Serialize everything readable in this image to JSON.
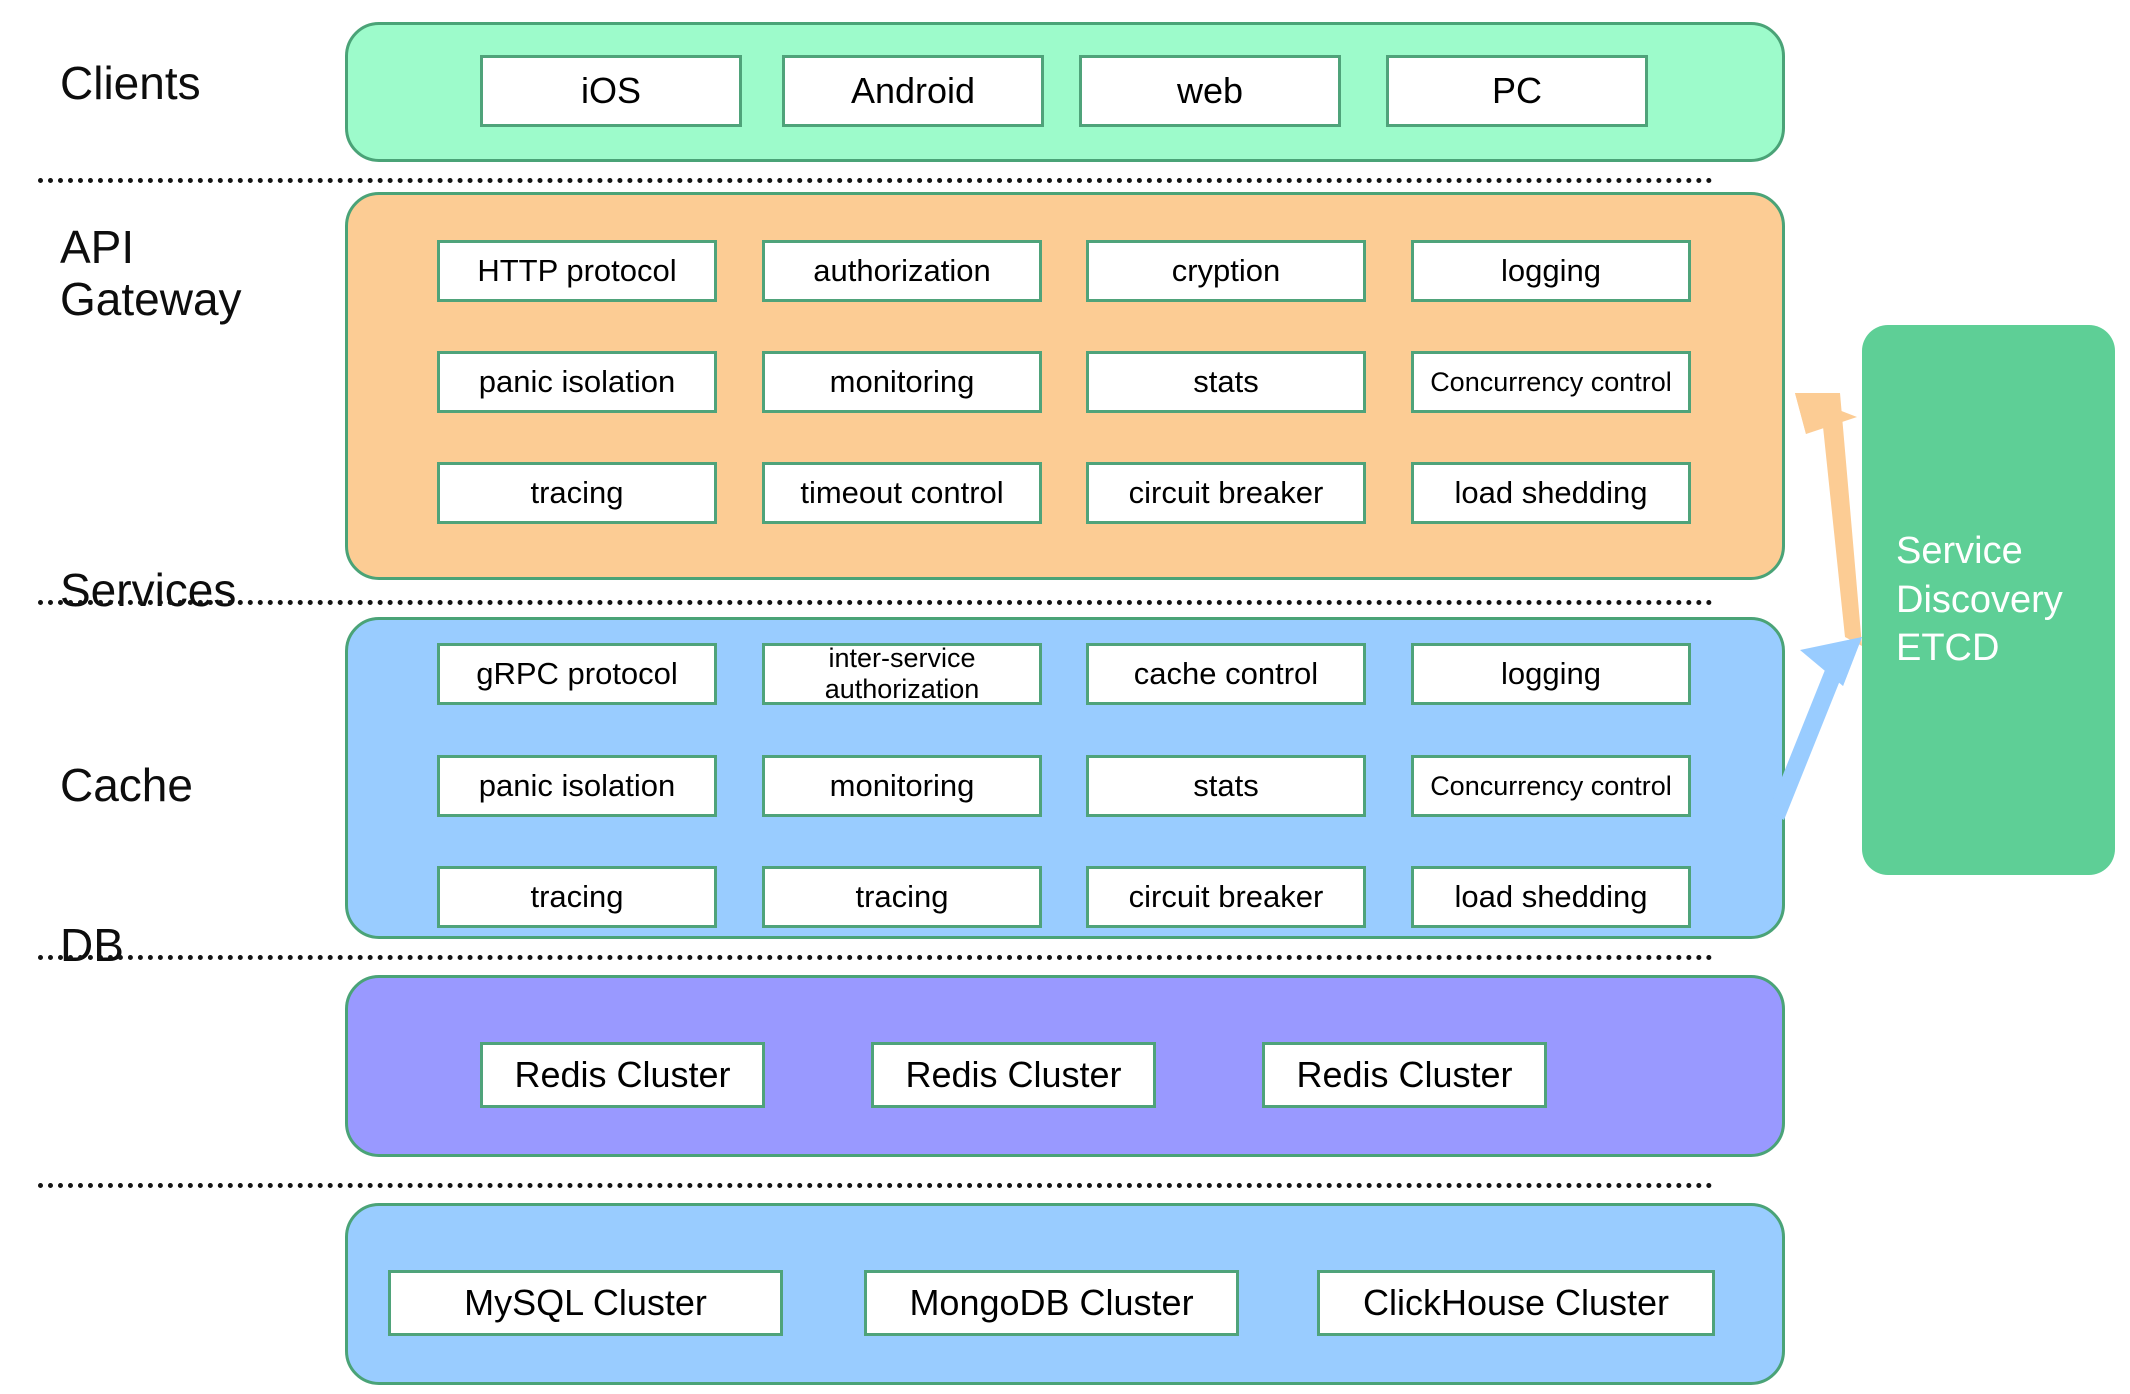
{
  "diagram": {
    "title": "Microservice architecture layers",
    "colors": {
      "clients_band": "#9dfbcb",
      "gateway_band": "#fccc94",
      "services_band": "#99ccff",
      "cache_band": "#9999ff",
      "db_band": "#99ccff",
      "etcd_box": "#5ecf96",
      "chip_border": "#4fa37a",
      "band_border": "#4aa377",
      "arrow_gateway": "#fccc94",
      "arrow_services": "#99ccff",
      "divider": "#141414"
    },
    "rows": [
      {
        "label": "Clients",
        "chips": [
          "iOS",
          "Android",
          "web",
          "PC"
        ]
      },
      {
        "label": "API\nGateway",
        "chips": [
          "HTTP protocol",
          "authorization",
          "cryption",
          "logging",
          "panic isolation",
          "monitoring",
          "stats",
          "Concurrency\ncontrol",
          "tracing",
          "timeout control",
          "circuit breaker",
          "load shedding"
        ]
      },
      {
        "label": "Services",
        "chips": [
          "gRPC protocol",
          "inter-service\nauthorization",
          "cache control",
          "logging",
          "panic isolation",
          "monitoring",
          "stats",
          "Concurrency\ncontrol",
          "tracing",
          "tracing",
          "circuit breaker",
          "load shedding"
        ]
      },
      {
        "label": "Cache",
        "chips": [
          "Redis Cluster",
          "Redis Cluster",
          "Redis Cluster"
        ]
      },
      {
        "label": "DB",
        "chips": [
          "MySQL Cluster",
          "MongoDB Cluster",
          "ClickHouse Cluster"
        ]
      }
    ],
    "service_discovery": {
      "label": "Service\nDiscovery\nETCD"
    }
  }
}
